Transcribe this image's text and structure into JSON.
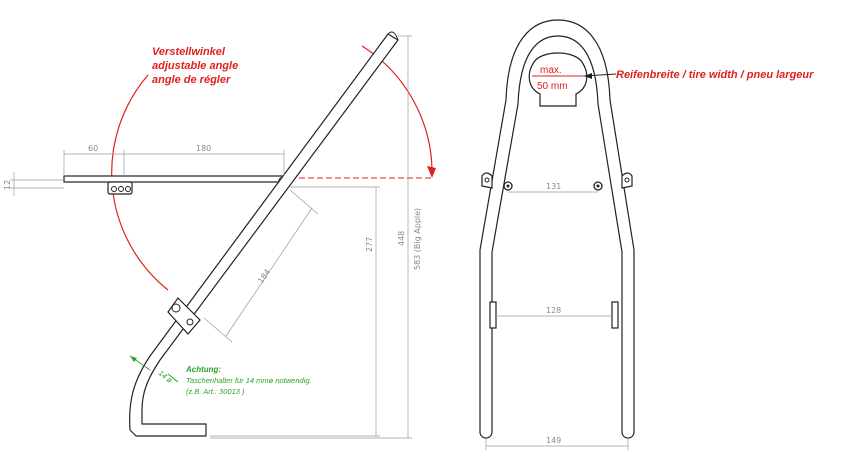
{
  "angle_note": [
    "Verstellwinkel",
    "adjustable angle",
    "angle de régler"
  ],
  "tire_note": "Reifenbreite / tire width / pneu largeur",
  "max_label": [
    "max.",
    "50 mm"
  ],
  "warning": {
    "title": "Achtung:",
    "line1": "Taschenhalter für 14 mmø notwendig.",
    "line2": "(z.B. Art.: 30013 )"
  },
  "dims": {
    "d60": "60",
    "d180": "180",
    "d12": "12",
    "d184": "184",
    "d277": "277",
    "d448": "448",
    "d583": "583 (Big Apple)",
    "d14": "14 ø",
    "d131": "131",
    "d128": "128",
    "d149": "149"
  },
  "colors": {
    "annotation_red": "#e02020",
    "annotation_green": "#2aa52a",
    "dimension_gray": "#8a8a8a"
  }
}
